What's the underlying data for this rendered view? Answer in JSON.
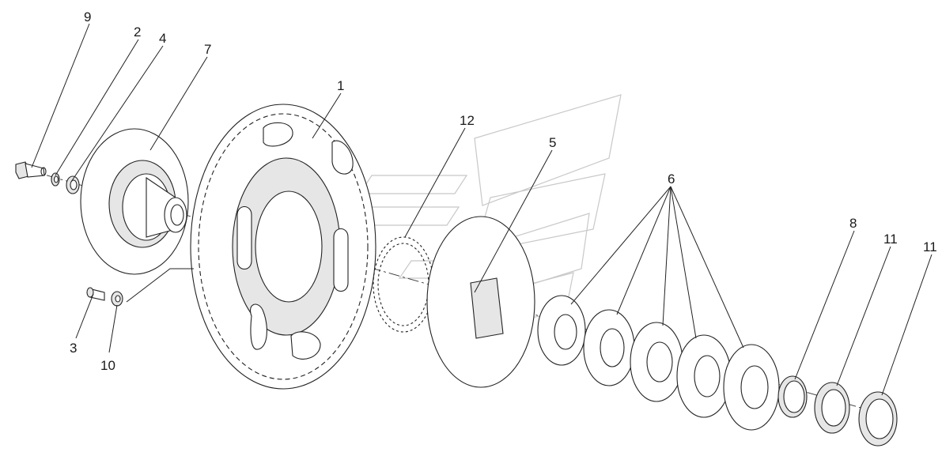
{
  "diagram": {
    "callouts": [
      {
        "id": "label-9",
        "text": "9"
      },
      {
        "id": "label-2",
        "text": "2"
      },
      {
        "id": "label-4",
        "text": "4"
      },
      {
        "id": "label-7",
        "text": "7"
      },
      {
        "id": "label-1",
        "text": "1"
      },
      {
        "id": "label-12",
        "text": "12"
      },
      {
        "id": "label-5",
        "text": "5"
      },
      {
        "id": "label-6",
        "text": "6"
      },
      {
        "id": "label-8",
        "text": "8"
      },
      {
        "id": "label-11a",
        "text": "11"
      },
      {
        "id": "label-11b",
        "text": "11"
      },
      {
        "id": "label-3",
        "text": "3"
      },
      {
        "id": "label-10",
        "text": "10"
      }
    ],
    "colors": {
      "line": "#222222",
      "watermark": "#c8c8c8",
      "background": "#ffffff"
    }
  }
}
